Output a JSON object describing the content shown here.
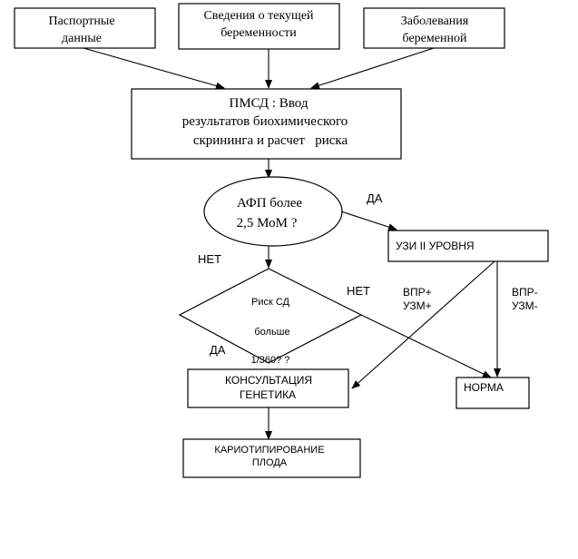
{
  "boxes": {
    "passport": [
      "Паспортные",
      "данные"
    ],
    "pregnancy": [
      "Сведения о текущей",
      "беременности"
    ],
    "diseases": [
      "Заболевания",
      "беременной"
    ],
    "pmsd": [
      "ПМСД : Ввод",
      "результатов биохимического",
      "скрининга и расчет   риска"
    ],
    "afp": [
      "АФП более",
      "2,5 МоМ ?"
    ],
    "risk": [
      "Риск СД",
      "больше",
      "1/360? ?"
    ],
    "uzi": "УЗИ II УРОВНЯ",
    "consult": [
      "КОНСУЛЬТАЦИЯ",
      "ГЕНЕТИКА"
    ],
    "norma": "НОРМА",
    "karyo": [
      "КАРИОТИПИРОВАНИЕ",
      "ПЛОДА"
    ]
  },
  "labels": {
    "afp_yes": "ДА",
    "afp_no": "НЕТ",
    "risk_no": "НЕТ",
    "risk_yes": "ДА",
    "vpr_pos": [
      "ВПР+",
      "УЗМ+"
    ],
    "vpr_neg": [
      "ВПР-",
      "УЗМ-"
    ]
  }
}
